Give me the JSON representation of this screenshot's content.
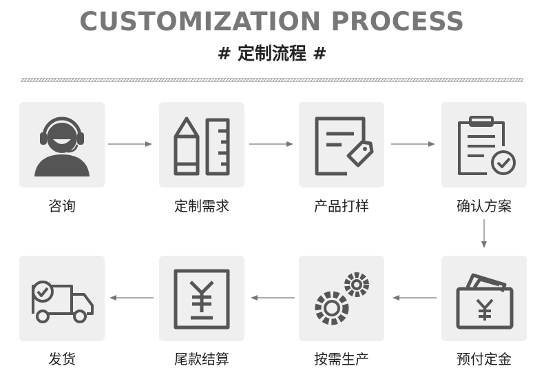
{
  "header": {
    "title": "CUSTOMIZATION PROCESS",
    "subtitle": "# 定制流程 #"
  },
  "steps": [
    {
      "label": "咨询",
      "icon": "customer-service-headset-icon"
    },
    {
      "label": "定制需求",
      "icon": "pencil-ruler-icon"
    },
    {
      "label": "产品打样",
      "icon": "document-tag-icon"
    },
    {
      "label": "确认方案",
      "icon": "clipboard-check-icon"
    },
    {
      "label": "预付定金",
      "icon": "wallet-yuan-icon"
    },
    {
      "label": "按需生产",
      "icon": "gears-icon"
    },
    {
      "label": "尾款结算",
      "icon": "yuan-receipt-icon"
    },
    {
      "label": "发货",
      "icon": "delivery-truck-check-icon"
    }
  ],
  "colors": {
    "icon": "#555555",
    "tile": "#efefef",
    "arrow": "#777777",
    "title": "#777777"
  }
}
